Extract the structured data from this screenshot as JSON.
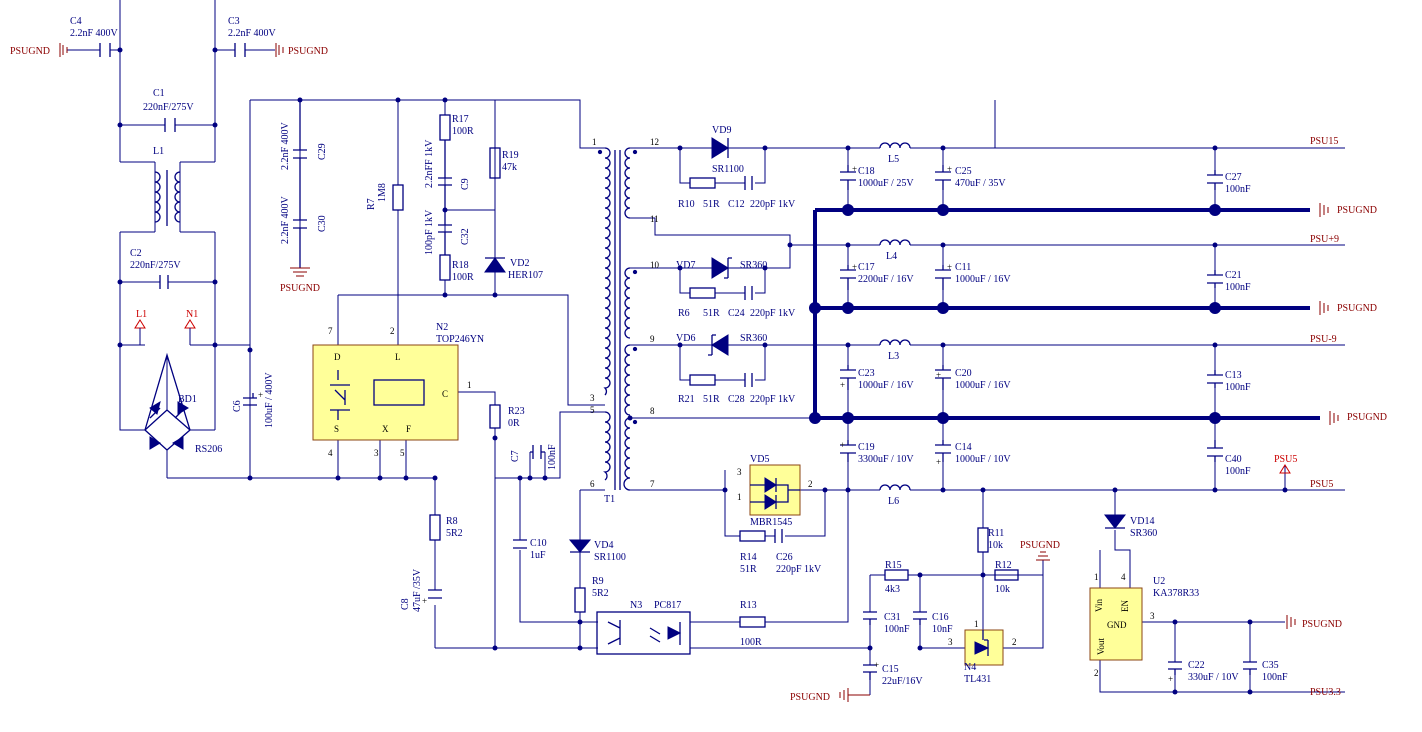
{
  "colors": {
    "wire": "#000080",
    "net": "#8b0000",
    "port": "#cc0000",
    "ic_fill": "#ffff99",
    "ic_border": "#8b4513"
  },
  "components": [
    {
      "ref": "C4",
      "value": "2.2nF 400V"
    },
    {
      "ref": "C3",
      "value": "2.2nF 400V"
    },
    {
      "ref": "C1",
      "value": "220nF/275V"
    },
    {
      "ref": "L1"
    },
    {
      "ref": "C2",
      "value": "220nF/275V"
    },
    {
      "ref": "BD1",
      "value": "RS206"
    },
    {
      "ref": "C6",
      "value": "100uF / 400V"
    },
    {
      "ref": "C29",
      "value": "2.2nF 400V"
    },
    {
      "ref": "C30",
      "value": "2.2nF 400V"
    },
    {
      "ref": "R7",
      "value": "1M8"
    },
    {
      "ref": "R17",
      "value": "100R"
    },
    {
      "ref": "C9",
      "value": "2.2nFF 1kV"
    },
    {
      "ref": "C32",
      "value": "100pF 1kV"
    },
    {
      "ref": "R18",
      "value": "100R"
    },
    {
      "ref": "R19",
      "value": "47k"
    },
    {
      "ref": "VD2",
      "value": "HER107"
    },
    {
      "ref": "N2",
      "value": "TOP246YN"
    },
    {
      "ref": "R23",
      "value": "0R"
    },
    {
      "ref": "C7",
      "value": "100nF"
    },
    {
      "ref": "R8",
      "value": "5R2"
    },
    {
      "ref": "C8",
      "value": "47uF /35V"
    },
    {
      "ref": "C10",
      "value": "1uF"
    },
    {
      "ref": "VD4",
      "value": "SR1100"
    },
    {
      "ref": "R9",
      "value": "5R2"
    },
    {
      "ref": "T1"
    },
    {
      "ref": "N3",
      "value": "PC817"
    },
    {
      "ref": "R13",
      "value": "100R"
    },
    {
      "ref": "VD9",
      "value": "SR1100"
    },
    {
      "ref": "R10",
      "value": "51R"
    },
    {
      "ref": "C12",
      "value": "220pF 1kV"
    },
    {
      "ref": "VD7",
      "value": "SR360"
    },
    {
      "ref": "R6",
      "value": "51R"
    },
    {
      "ref": "C24",
      "value": "220pF 1kV"
    },
    {
      "ref": "VD6",
      "value": "SR360"
    },
    {
      "ref": "R21",
      "value": "51R"
    },
    {
      "ref": "C28",
      "value": "220pF 1kV"
    },
    {
      "ref": "VD5",
      "value": "MBR1545"
    },
    {
      "ref": "R14",
      "value": "51R"
    },
    {
      "ref": "C26",
      "value": "220pF 1kV"
    },
    {
      "ref": "L5"
    },
    {
      "ref": "L4"
    },
    {
      "ref": "L3"
    },
    {
      "ref": "L6"
    },
    {
      "ref": "C18",
      "value": "1000uF / 25V"
    },
    {
      "ref": "C25",
      "value": "470uF / 35V"
    },
    {
      "ref": "C27",
      "value": "100nF"
    },
    {
      "ref": "C17",
      "value": "2200uF / 16V"
    },
    {
      "ref": "C11",
      "value": "1000uF / 16V"
    },
    {
      "ref": "C21",
      "value": "100nF"
    },
    {
      "ref": "C23",
      "value": "1000uF / 16V"
    },
    {
      "ref": "C20",
      "value": "1000uF / 16V"
    },
    {
      "ref": "C13",
      "value": "100nF"
    },
    {
      "ref": "C19",
      "value": "3300uF / 10V"
    },
    {
      "ref": "C14",
      "value": "1000uF / 10V"
    },
    {
      "ref": "C40",
      "value": "100nF"
    },
    {
      "ref": "R15",
      "value": "4k3"
    },
    {
      "ref": "C31",
      "value": "100nF"
    },
    {
      "ref": "C16",
      "value": "10nF"
    },
    {
      "ref": "R11",
      "value": "10k"
    },
    {
      "ref": "R12",
      "value": "10k"
    },
    {
      "ref": "N4",
      "value": "TL431"
    },
    {
      "ref": "C15",
      "value": "22uF/16V"
    },
    {
      "ref": "VD14",
      "value": "SR360"
    },
    {
      "ref": "U2",
      "value": "KA378R33"
    },
    {
      "ref": "C22",
      "value": "330uF / 10V"
    },
    {
      "ref": "C35",
      "value": "100nF"
    }
  ],
  "ic_pins": {
    "n2": {
      "d": "D",
      "l": "L",
      "c": "C",
      "s": "S",
      "x": "X",
      "f": "F"
    },
    "u2": {
      "vin": "Vin",
      "en": "EN",
      "gnd": "GND",
      "vout": "Vout"
    }
  },
  "pin_numbers": {
    "n2_7": "7",
    "n2_2": "2",
    "n2_1": "1",
    "n2_4": "4",
    "n2_3": "3",
    "n2_5": "5",
    "t1_1": "1",
    "t1_3": "3",
    "t1_5": "5",
    "t1_6": "6",
    "t1_12": "12",
    "t1_11": "11",
    "t1_10": "10",
    "t1_9": "9",
    "t1_8": "8",
    "t1_7": "7",
    "vd5_3": "3",
    "vd5_1": "1",
    "vd5_2": "2",
    "n4_1": "1",
    "n4_3": "3",
    "n4_2": "2",
    "u2_1": "1",
    "u2_4": "4",
    "u2_3": "3",
    "u2_2": "2"
  },
  "nets": {
    "psugnd": "PSUGND",
    "psu15": "PSU15",
    "psu_p9": "PSU+9",
    "psu_m9": "PSU-9",
    "psu5": "PSU5",
    "psu33": "PSU3.3"
  },
  "ports": {
    "l1": "L1",
    "n1": "N1",
    "psu5": "PSU5"
  }
}
